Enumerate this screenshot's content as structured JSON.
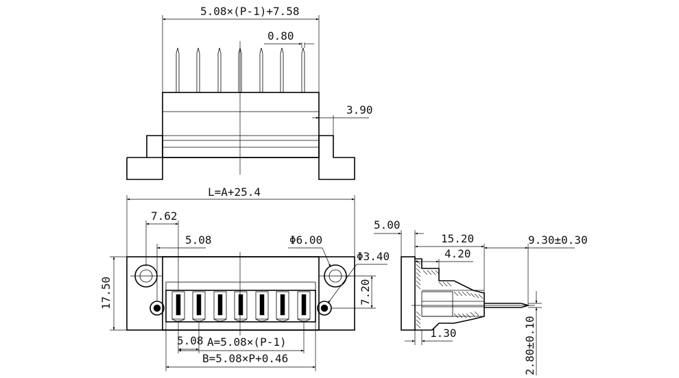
{
  "top_view": {
    "overall_width": "5.08×(P-1)+7.58",
    "pin_width": "0.80",
    "offset": "3.90"
  },
  "front_view": {
    "length": "L=A+25.4",
    "edge_to_hole": "7.62",
    "pitch_top": "5.08",
    "large_hole": "Φ6.00",
    "small_hole": "Φ3.40",
    "height": "17.50",
    "hole_to_pin": "7.20",
    "pitch_bottom": "5.08",
    "dim_a": "A=5.08×(P-1)",
    "dim_b": "B=5.08×P+0.46"
  },
  "side_view": {
    "flange": "5.00",
    "depth": "15.20",
    "pin_length": "9.30±0.30",
    "step": "4.20",
    "base": "1.30",
    "pin_height": "2.80±0.10"
  }
}
